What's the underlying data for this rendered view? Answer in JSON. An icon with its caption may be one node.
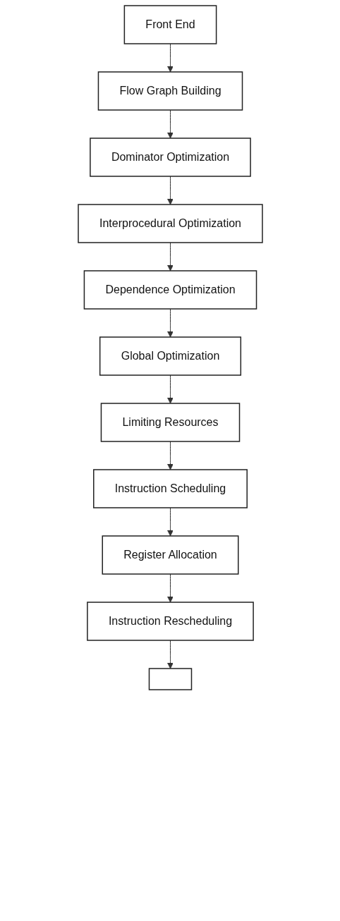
{
  "diagram": {
    "nodes": [
      {
        "text": [
          "Front End"
        ]
      },
      {
        "text": [
          "Flow Graph Building"
        ]
      },
      {
        "text": [
          "Dominator Optimization"
        ]
      },
      {
        "text": [
          "Interprocedural Optimization"
        ]
      },
      {
        "text": [
          "Dependence Optimization"
        ]
      },
      {
        "text": [
          "Global Optimization"
        ]
      },
      {
        "text": [
          "Limiting Resources"
        ]
      },
      {
        "text": [
          "Instruction Scheduling"
        ]
      },
      {
        "text": [
          "Register Allocation"
        ]
      },
      {
        "text": [
          "Instruction Rescheduling"
        ]
      },
      {
        "text": [],
        "shape": "box"
      }
    ],
    "edges": [
      {
        "from": 0,
        "to": 1,
        "arrow": "to"
      },
      {
        "from": 1,
        "to": 2,
        "arrow": "to"
      },
      {
        "from": 2,
        "to": 3,
        "arrow": "to"
      },
      {
        "from": 3,
        "to": 4,
        "arrow": "to"
      },
      {
        "from": 4,
        "to": 5,
        "arrow": "to"
      },
      {
        "from": 5,
        "to": 6,
        "arrow": "to"
      },
      {
        "from": 6,
        "to": 7,
        "arrow": "to"
      },
      {
        "from": 7,
        "to": 8,
        "arrow": "to"
      },
      {
        "from": 8,
        "to": 9,
        "arrow": "to"
      },
      {
        "from": 9,
        "to": 10,
        "arrow": "to"
      }
    ]
  }
}
